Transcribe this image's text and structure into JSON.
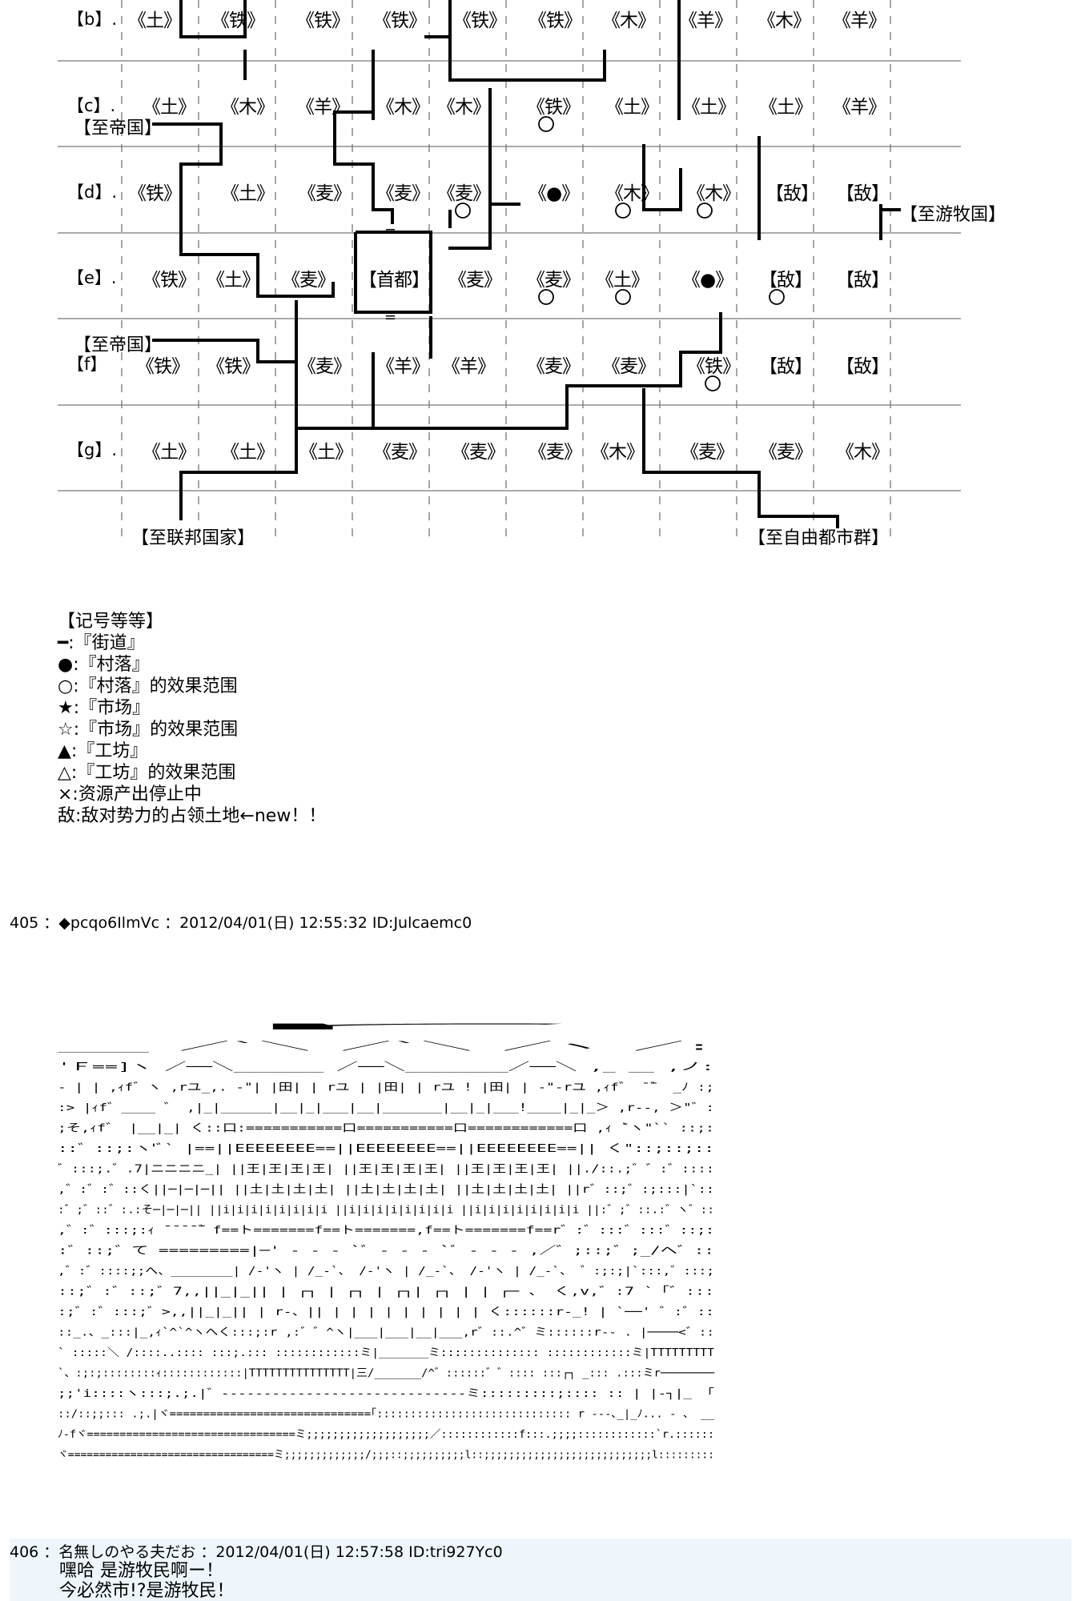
{
  "map": {
    "rows": [
      {
        "label": "【b】.",
        "cells": [
          "《土》",
          "《铁》",
          "《铁》",
          "《铁》",
          "《铁》",
          "《铁》",
          "《木》",
          "《羊》",
          "《木》",
          "《羊》"
        ]
      },
      {
        "label": "【c】.",
        "cells": [
          "《土》",
          "《木》",
          "《羊》",
          "《木》",
          "《木》",
          "《铁》",
          "《土》",
          "《土》",
          "《土》",
          "《羊》"
        ]
      },
      {
        "label": "【d】.",
        "cells": [
          "《铁》",
          "《土》",
          "《麦》",
          "《麦》",
          "《麦》",
          "《●》",
          "《木》",
          "《木》",
          "【敌】",
          "【敌】"
        ]
      },
      {
        "label": "【e】.",
        "cells": [
          "《铁》",
          "《土》",
          "《麦》",
          "【首都】",
          "《麦》",
          "《麦》",
          "《土》",
          "《●》",
          "【敌】",
          "【敌】"
        ]
      },
      {
        "label": "【f】",
        "cells": [
          "《铁》",
          "《铁》",
          "《麦》",
          "《羊》",
          "《羊》",
          "《麦》",
          "《麦》",
          "《铁》",
          "【敌】",
          "【敌】"
        ]
      },
      {
        "label": "【g】.",
        "cells": [
          "《土》",
          "《土》",
          "《土》",
          "《麦》",
          "《麦》",
          "《麦》",
          "《木》",
          "《麦》",
          "《麦》",
          "《木》"
        ]
      }
    ],
    "exits": {
      "empire_c": "【至帝国】",
      "empire_f": "【至帝国】",
      "nomads": "【至游牧国】",
      "federation": "【至联邦国家】",
      "free_cities": "【至自由都市群】"
    },
    "capital_marks": [
      "=",
      "="
    ]
  },
  "legend": {
    "title": "【记号等等】",
    "items": [
      "━:『街道』",
      "●:『村落』",
      "○:『村落』的效果范围",
      "★:『市场』",
      "☆:『市场』的效果范围",
      "▲:『工坊』",
      "△:『工坊』的效果范围",
      "×:资源产出停止中",
      "敌:敌对势力的占领土地←new！！"
    ]
  },
  "post_405": {
    "header": "405 ：◆pcqo6IlmVc ：2012/04/01(日) 12:55:32 ID:Julcaemc0",
    "ascii_art": [
      "                                                                                                   ｒ",
      "       ___                                ／`＼                 ／`＼                  ／ヽ            ／:",
      "      'Ｆ==]ヽ                       ／──＼_______ ／──＼________／──＼ ,_        __ ,ノ:",
      " -       |    | ,ｨf゛ヽ    ,rユ_,. -\"| |田| |   rユ   | |田| |      rユ   ! |田| |  ‐\"-rユ ,ｨf゛ ̄ ̄゛ _ﾉ :;",
      " :>     |ｨf゛____  ゛ ,|_|______|__|_|___|__|_______|__|_|___!____|_|_＞ ,r‐‐, ＞\"゛:",
      " ;そ,ｨf゛    |__|_|  く::口:===========口===========口============口  ,ｨ ̄`ヽ\"`` ::;:",
      " ::゛::;:ヽ'ﾞ`        |==||EEEEEEEE==||EEEEEEEE==||EEEEEEEE==|| く\"::;::;::",
      " ゛:::;.゛.7|ニニニニ_|    ||王|王|王|王|   ||王|王|王|王|   ||王|王|王|王|   ||./::.;゛゛:゛::::",
      " ,゛:゛:゛::く||─|─|─||    ||土|土|土|土|   ||土|土|土|土|   ||土|土|土|土|   ||r゛::;゛:;:::|`::",
      " :゛;゛::゛:.:そ─|─|─||    ||i|i|i|i|i|i|i|i   ||i|i|i|i|i|i|i|i   ||i|i|i|i|i|i|i|i   ||:゛;゛::.:゛ヽ゛::",
      " ,゛:゛:::;:ｨ ̄ ̄ ̄ ̄ ̄゛f==ト=======f==ト=======,f==ト=======f==r゛:゛:::゛:::゛::;:",
      " :゛::;゛て =========|─'  ‐ ‐ ‐  `ﾞ   ‐ ‐ ‐  `ﾞ   ‐ ‐ ‐  ,／゛;::;゛;_/へ゛::",
      " ,゛:゛::::;;へ、________|   /‐'ヽ | /_‐`、  /‐'ヽ | /_‐`、  /‐'ヽ | /_‐`、 ゛:;:;|`:::,゛:::;",
      " ::;゛:゛::;゛7,,||_|_||   | ┌┐ | ┌┐ |  ┌┐| ┌┐ |  | ┌─ 、  く,v,゛:7  `「゛:::",
      " :;゛:゛:::;゛>,,||_|_||   |  r‐、|| |  |  | |  | |  | |  |  く::::::r‐_!  |  `──'  ゛:゛::",
      " ::_.、_:::|_,ｨ`^`^ヽへく:::;:r ,:゛゛^ヽ|___|___|__|___,r゛::.^゛ミ::::::r‐‐  . |────<゛::",
      "  `  :::::＼ /::::..:::: :::;.::: ::::::::::::ミ|_______ミ::::::::::::::  ::::::::::::ミ|TTTTTTTTT",
      "  `、:;:;::::::::ｨ::::::::::::|TTTTTTTTTTTTTTT|三/_______/^゛::::::゛゛:::: :::┌┐ _::: .:::ミr────────",
      " ;;'i::::ヽ:::;.;.|゛‐‐‐‐‐‐‐‐‐‐‐‐‐‐‐‐‐‐‐‐‐‐‐‐‐‐‐‐‐ミ:::::::::;:::: :: |   |‐┐|_     「",
      " ::/::;;::: .;.|ヾ==============================｢::::::::::::::::::::::::::::: r ‐‐‐､_|_ﾉ...  ‐   、   __",
      " ﾉ‐fヾ================================ミ;;;;;;;;;;;;;;;;;;;／::::::::::::f:::.;;;;::::::::::::`r.::::::",
      " ヾ=================================ミ;;;;;;;;;;;;;/;;;::;;;;;;;;;;l::;;;;;;;;;;;;;;;;;;;;;;;;;;;l:::::::::"
    ]
  },
  "post_406": {
    "header": "406 ：名無しのやる夫だお ：2012/04/01(日) 12:57:58 ID:tri927Yc0",
    "body": [
      "嘿哈 是游牧民啊ー！",
      "今必然市!?是游牧民！"
    ]
  }
}
